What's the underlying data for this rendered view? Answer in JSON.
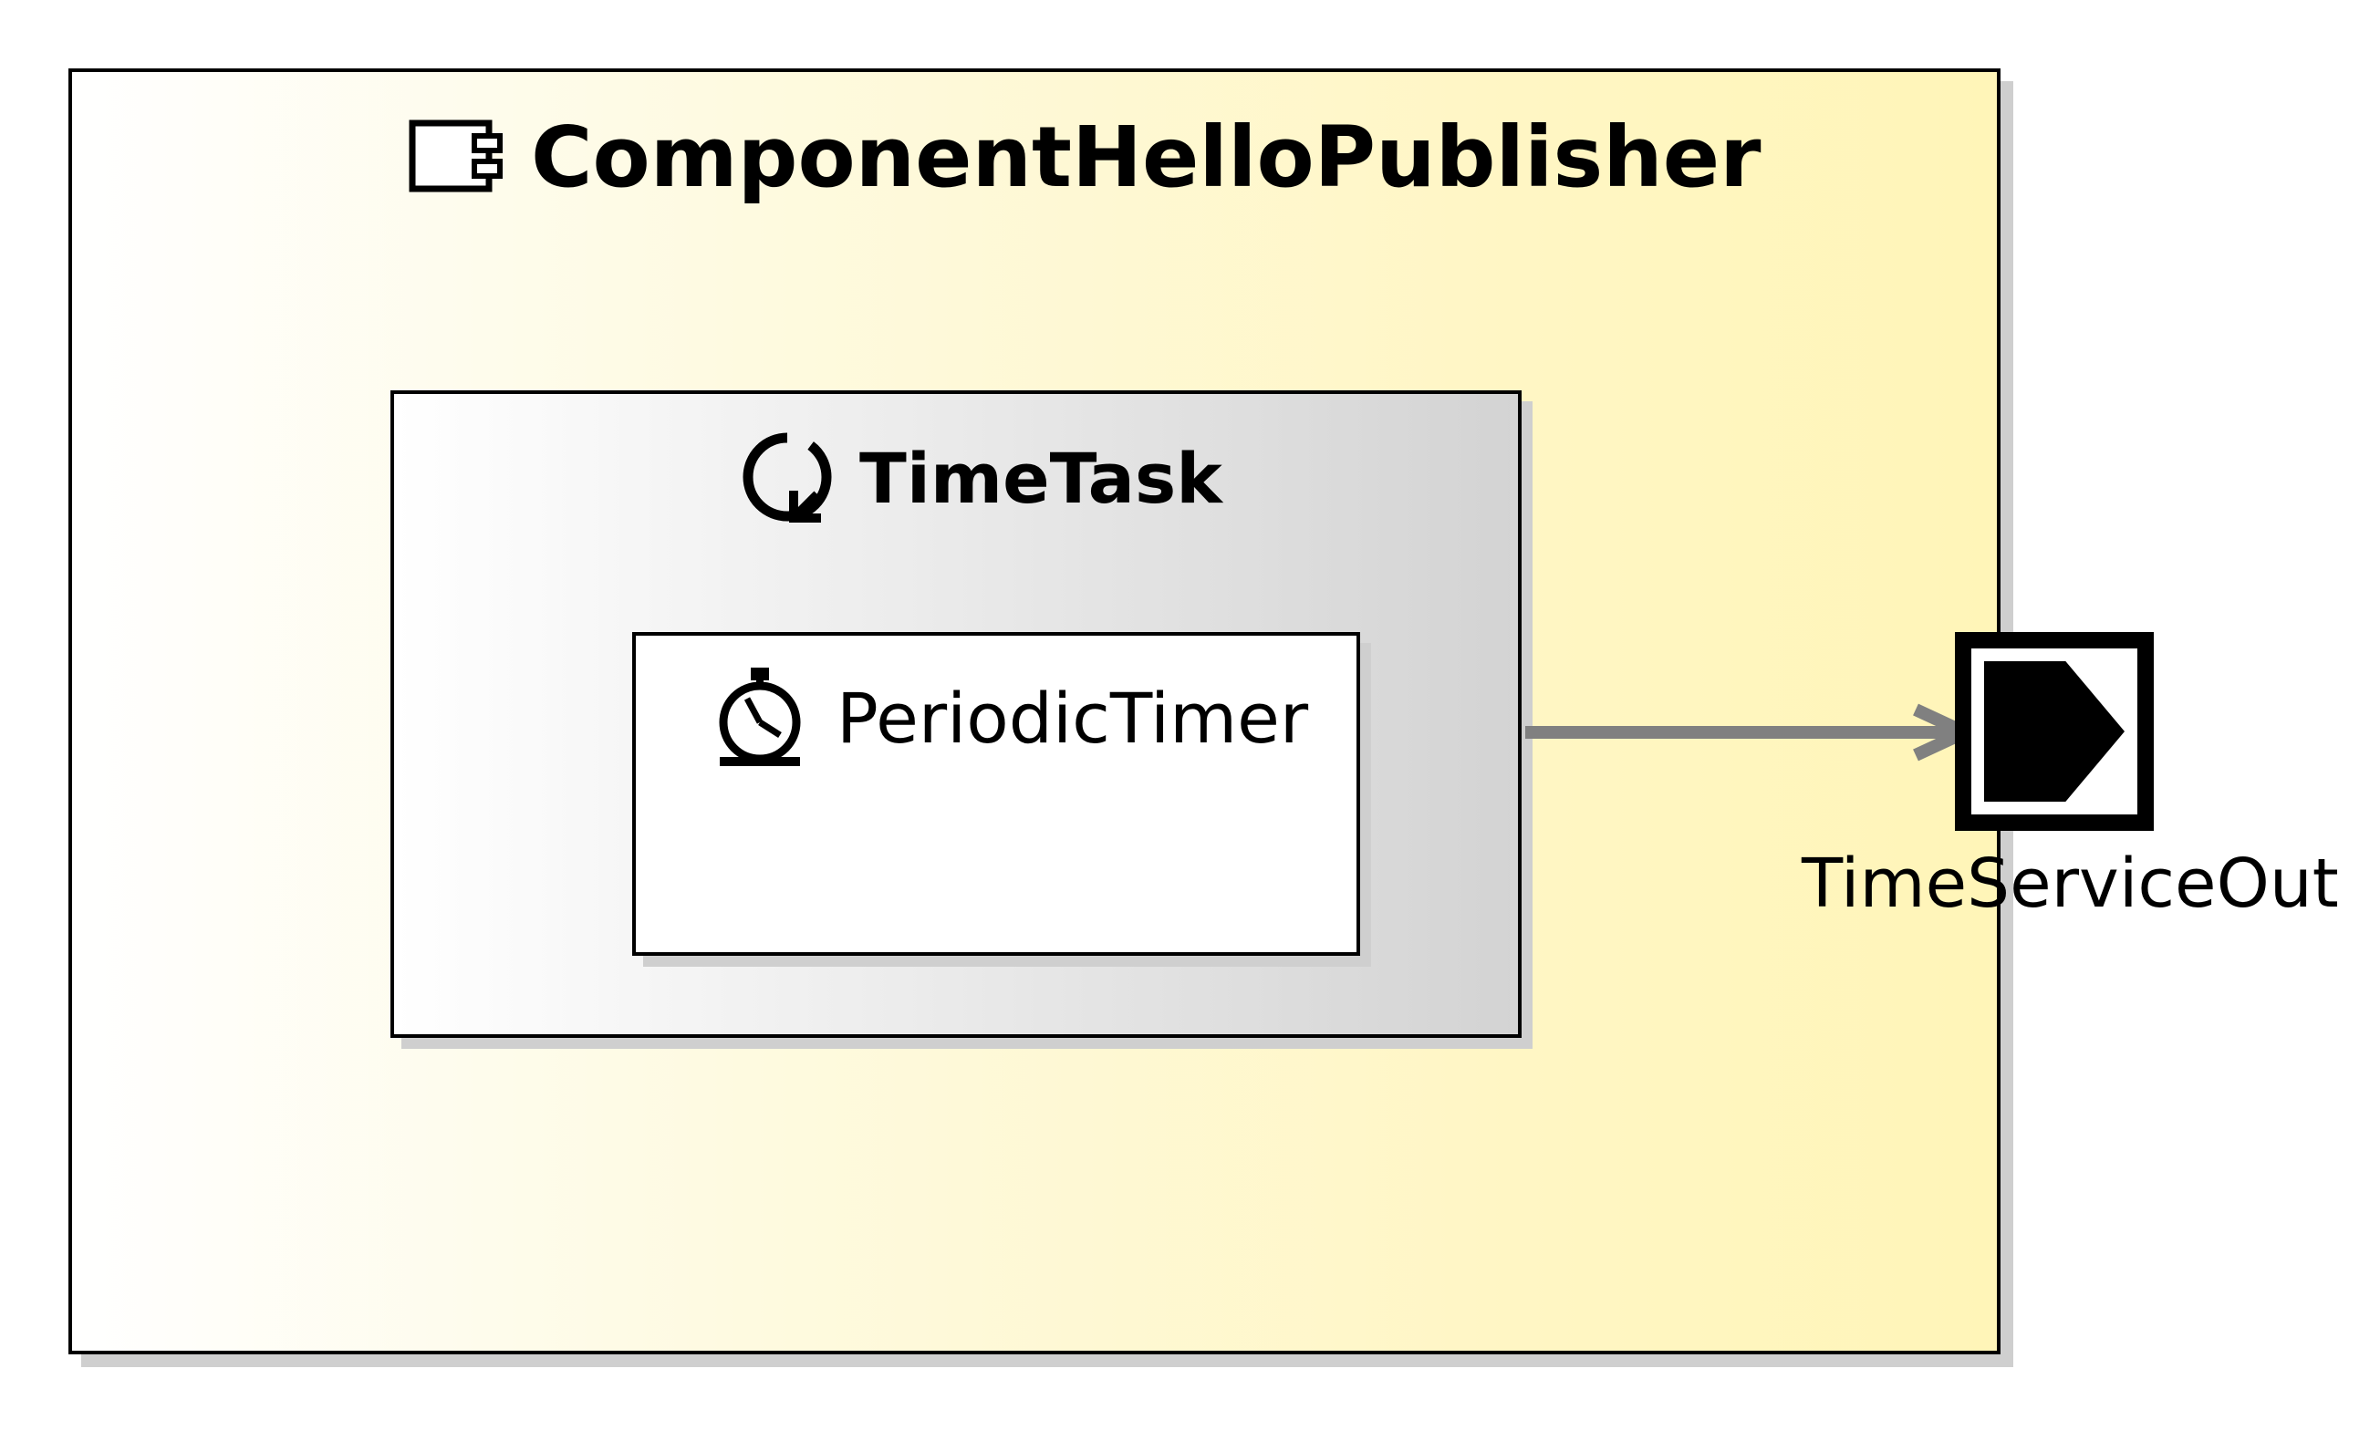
{
  "diagram": {
    "component": {
      "name": "ComponentHelloPublisher",
      "icon": "component-icon"
    },
    "task": {
      "name": "TimeTask",
      "icon": "task-cycle-icon"
    },
    "timer": {
      "name": "PeriodicTimer",
      "icon": "stopwatch-icon"
    },
    "port": {
      "name": "TimeServiceOut",
      "icon": "output-port-icon"
    },
    "connector": {
      "from": "TimeTask",
      "to": "TimeServiceOut"
    },
    "colors": {
      "component_fill": "#fff5b8",
      "task_fill": "#d3d3d3",
      "timer_fill": "#ffffff",
      "connector": "#808080",
      "border": "#000000"
    }
  }
}
